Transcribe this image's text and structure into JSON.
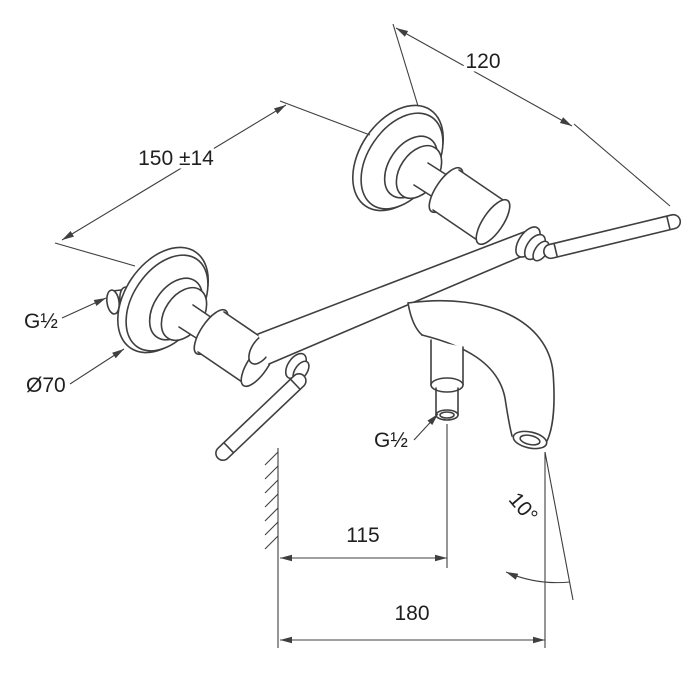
{
  "labels": {
    "dim_connection": "120",
    "dim_centers": "150 ±14",
    "thread_inlet": "G½",
    "diameter_escutcheon": "Ø70",
    "thread_shower": "G½",
    "dim_shower_reach": "115",
    "angle_stream": "10°",
    "dim_spout_reach": "180"
  },
  "colors": {
    "line": "#3f3f3f",
    "text": "#1f1f1f",
    "background": "#ffffff"
  }
}
